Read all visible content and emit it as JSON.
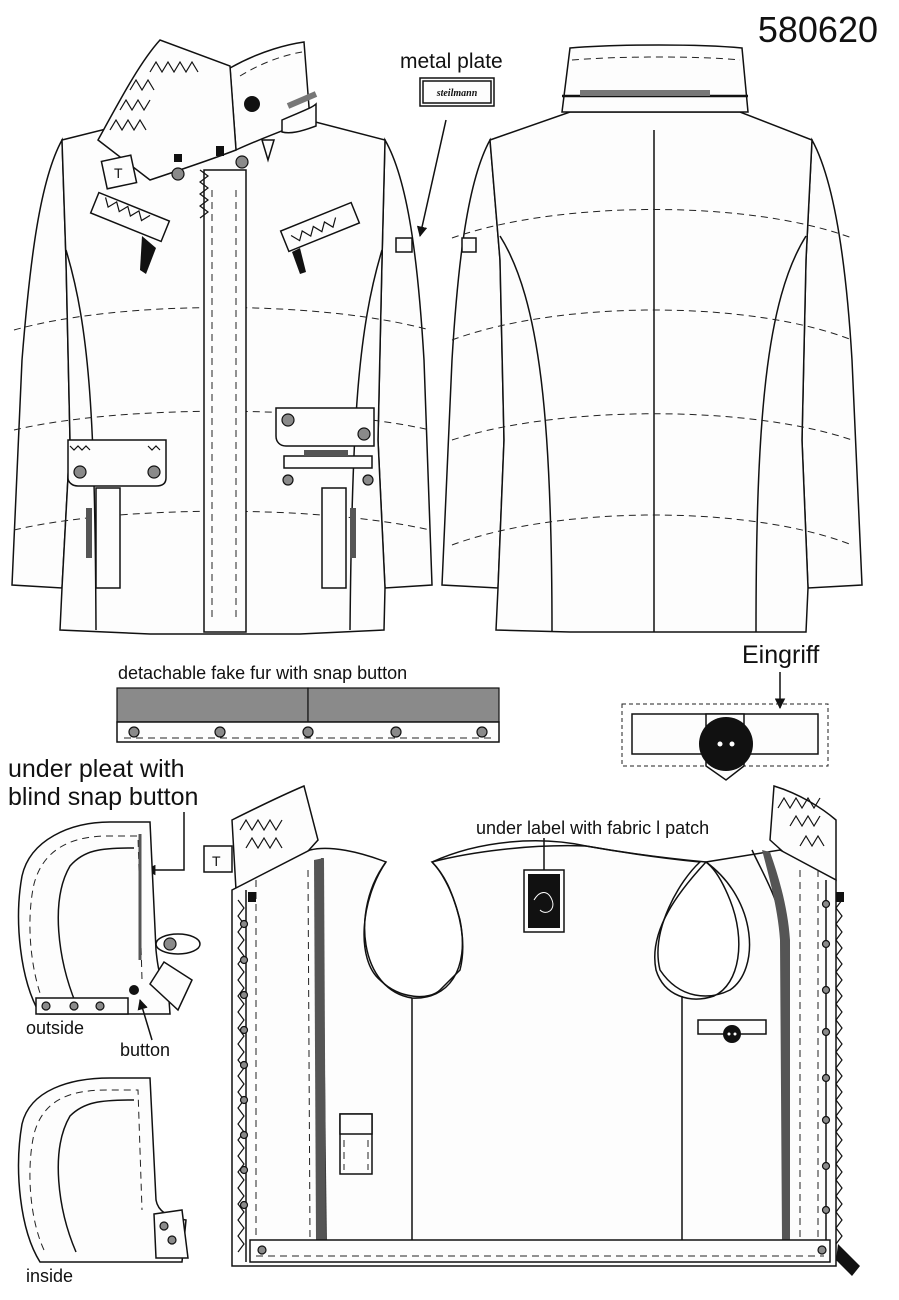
{
  "style_number": "580620",
  "labels": {
    "metal_plate": "metal plate",
    "plate_brand": "steilmann",
    "fake_fur": "detachable fake fur with snap button",
    "eingriff": "Eingriff",
    "under_pleat_line1": "under pleat with",
    "under_pleat_line2": "blind snap button",
    "under_label": "under label with fabric l patch",
    "outside": "outside",
    "button": "button",
    "inside": "inside"
  },
  "colors": {
    "line": "#111111",
    "fur_grey": "#8a8a8a",
    "trim_grey": "#555555",
    "fill": "#fdfdfd"
  }
}
